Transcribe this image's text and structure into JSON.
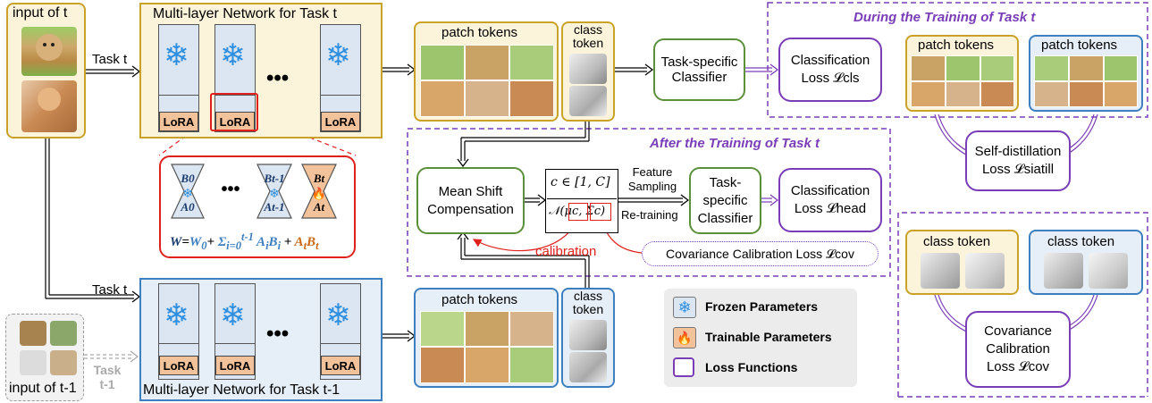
{
  "input_t_label": "input of t",
  "input_t1_label": "input of t-1",
  "task_t_label": "Task t",
  "task_t1_label": "Task t-1",
  "network_t_title": "Multi-layer Network for Task t",
  "network_t1_title": "Multi-layer Network for Task t-1",
  "lora_label": "LoRA",
  "ellipsis": "•••",
  "patch_tokens_label": "patch tokens",
  "class_token_label": "class token",
  "task_specific_classifier": "Task-specific Classifier",
  "classification_loss_cls": "Classification Loss 𝓛cls",
  "during_training_title": "During the Training of Task t",
  "after_training_title": "After the Training of Task t",
  "self_distillation_loss": "Self-distillation Loss 𝓛siatill",
  "covariance_calibration_loss_box": "Covariance Calibration Loss 𝓛cov",
  "mean_shift_compensation": "Mean Shift Compensation",
  "class_range": "c ∈ [1, C]",
  "gaussian": "𝒩(μc, Σc)",
  "feature_sampling": "Feature Sampling",
  "re_training": "Re-training",
  "task_specific_classifier_2": "Task-specific Classifier",
  "classification_loss_head": "Classification Loss 𝓛head",
  "calibration_label": "calibration",
  "covariance_calibration_loss_pill": "Covariance Calibration Loss 𝓛cov",
  "lora_formula": "W = W0 + Σ(i=0..t-1) AiBi + AtBt",
  "lora_blocks": [
    "B0 / A0",
    "Bt-1 / At-1",
    "Bt / At"
  ],
  "legend": {
    "frozen": "Frozen Parameters",
    "trainable": "Trainable Parameters",
    "loss": "Loss Functions"
  },
  "colors": {
    "gold": "#c9a227",
    "blue": "#3d7fbf",
    "green": "#5b8f3a",
    "purple": "#7a3db8",
    "red": "#e0201c",
    "frozen_blue": "#2e8fe0",
    "lora_orange": "#f2c29a"
  }
}
